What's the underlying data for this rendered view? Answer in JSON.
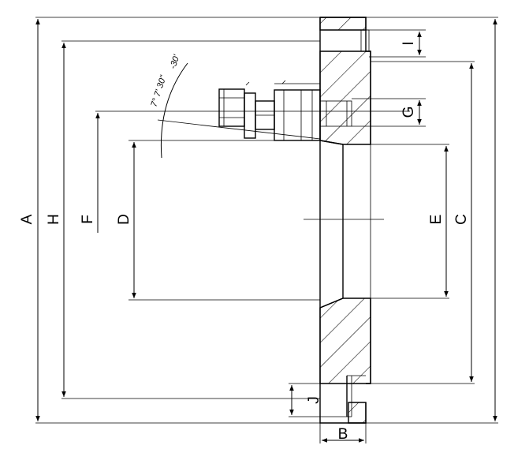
{
  "labels": {
    "A": "A",
    "B": "B",
    "C": "C",
    "D": "D",
    "E": "E",
    "F": "F",
    "G": "G",
    "H": "H",
    "I": "I",
    "J": "J"
  },
  "angle_label": "7° 7' 30\"",
  "angle_tolerance": "-30'",
  "colors": {
    "line": "#000000",
    "background": "#ffffff"
  }
}
